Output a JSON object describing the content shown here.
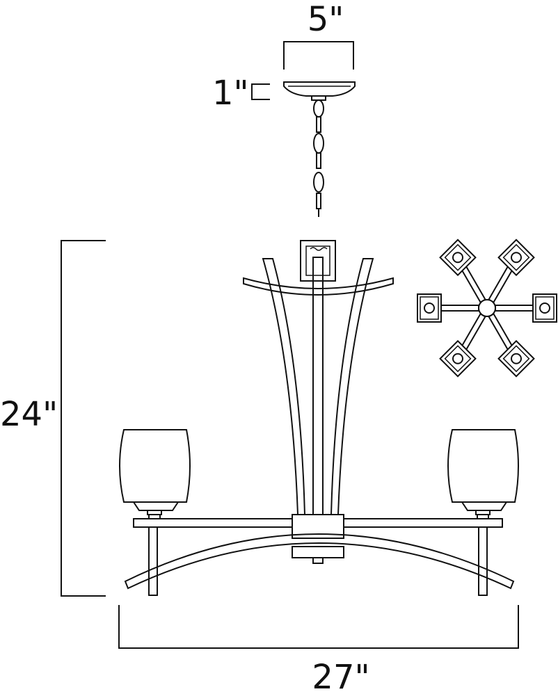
{
  "dimensions": {
    "canopy_width": "5\"",
    "canopy_height": "1\"",
    "fixture_height": "24\"",
    "fixture_width": "27\""
  }
}
